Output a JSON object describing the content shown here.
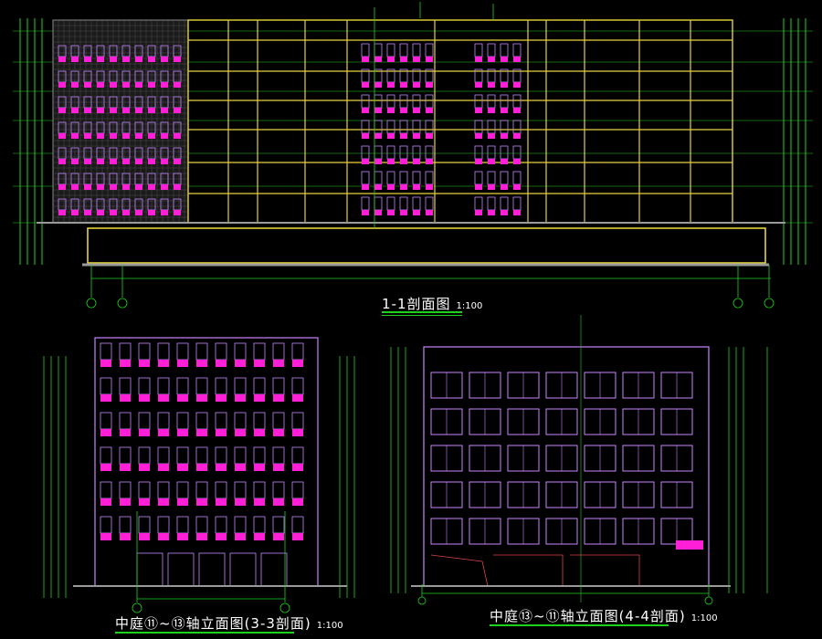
{
  "drawings": [
    {
      "id": "section-1-1",
      "title": "1-1剖面图",
      "scale": "1:100"
    },
    {
      "id": "elevation-3-3",
      "title": "中庭⑪~⑬轴立面图(3-3剖面)",
      "scale": "1:100"
    },
    {
      "id": "elevation-4-4",
      "title": "中庭⑬~⑪轴立面图(4-4剖面)",
      "scale": "1:100"
    }
  ],
  "colors": {
    "background": "#000000",
    "wall": "#e6d23a",
    "window": "#c886ff",
    "glass_highlight": "#ff1fd6",
    "dimension": "#1fd11f",
    "annotation": "#ffffff",
    "ground": "#9a9a9a"
  }
}
